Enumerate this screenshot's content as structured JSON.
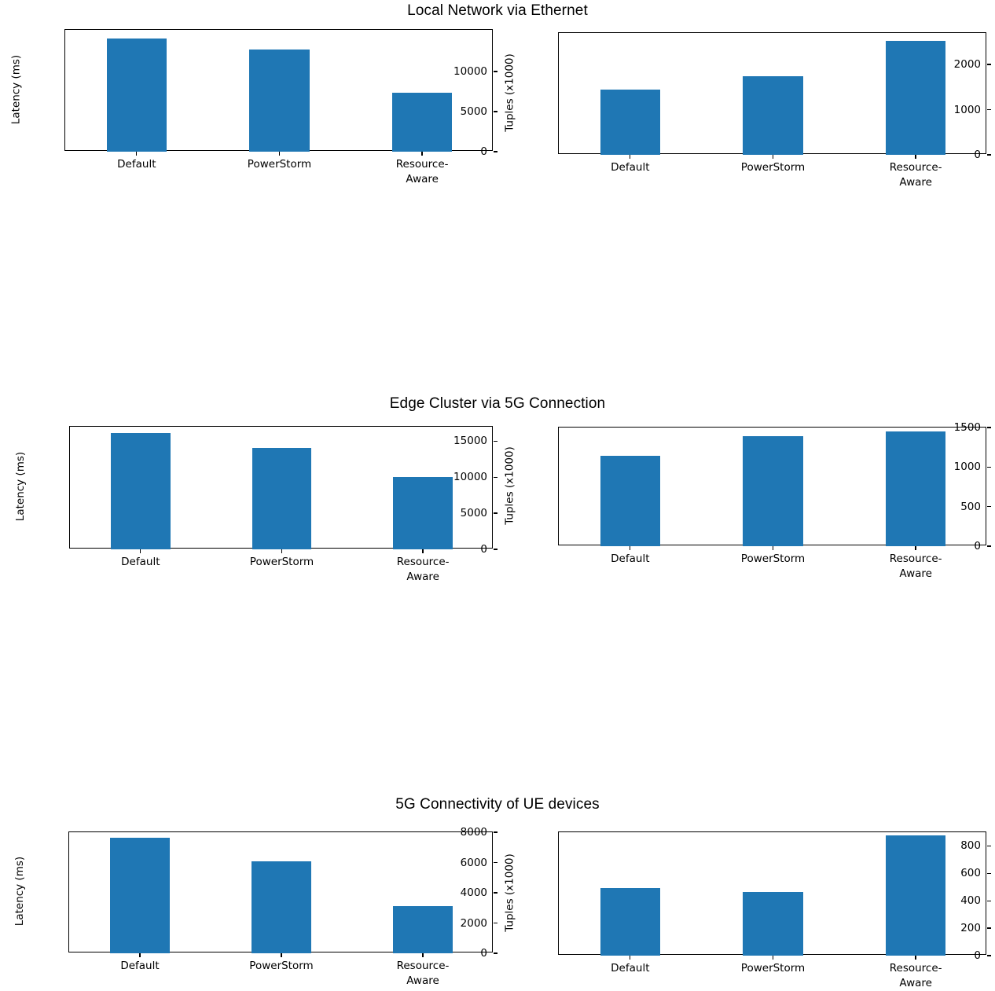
{
  "figure": {
    "background": "#ffffff",
    "bar_color": "#1f77b4",
    "axis_color": "#000000",
    "categories": [
      "Default",
      "PowerStorm",
      "Resource-\nAware"
    ]
  },
  "rows": [
    {
      "title": "Local Network via Ethernet",
      "left": {
        "ylabel": "Latency (ms)",
        "yticks": [
          "0",
          "5000",
          "10000"
        ],
        "ytick_values": [
          0,
          5000,
          10000
        ],
        "ylim": [
          0,
          15200
        ],
        "values": [
          14080,
          12730,
          7370
        ]
      },
      "right": {
        "ylabel": "Tuples (x1000)",
        "yticks": [
          "0",
          "1000",
          "2000"
        ],
        "ytick_values": [
          0,
          1000,
          2000
        ],
        "ylim": [
          0,
          2700
        ],
        "values": [
          1440,
          1740,
          2520
        ]
      }
    },
    {
      "title": "Edge Cluster via 5G Connection",
      "left": {
        "ylabel": "Latency (ms)",
        "yticks": [
          "0",
          "5000",
          "10000",
          "15000"
        ],
        "ytick_values": [
          0,
          5000,
          10000,
          15000
        ],
        "ylim": [
          0,
          17000
        ],
        "values": [
          16130,
          14080,
          10000
        ]
      },
      "right": {
        "ylabel": "Tuples (x1000)",
        "yticks": [
          "0",
          "500",
          "1000",
          "1500"
        ],
        "ytick_values": [
          0,
          500,
          1000,
          1500
        ],
        "ylim": [
          0,
          1500
        ],
        "values": [
          1140,
          1390,
          1450
        ]
      }
    },
    {
      "title": "5G Connectivity of UE devices",
      "left": {
        "ylabel": "Latency (ms)",
        "yticks": [
          "0",
          "2000",
          "4000",
          "6000",
          "8000"
        ],
        "ytick_values": [
          0,
          2000,
          4000,
          6000,
          8000
        ],
        "ylim": [
          0,
          8000
        ],
        "values": [
          7620,
          6060,
          3140
        ]
      },
      "right": {
        "ylabel": "Tuples (x1000)",
        "yticks": [
          "0",
          "200",
          "400",
          "600",
          "800"
        ],
        "ytick_values": [
          0,
          200,
          400,
          600,
          800
        ],
        "ylim": [
          0,
          900
        ],
        "values": [
          495,
          465,
          875
        ]
      }
    }
  ],
  "chart_data": [
    {
      "type": "bar",
      "title": "Local Network via Ethernet",
      "subplot": "left",
      "categories": [
        "Default",
        "PowerStorm",
        "Resource-Aware"
      ],
      "values": [
        14080,
        12730,
        7370
      ],
      "xlabel": "",
      "ylabel": "Latency (ms)",
      "ylim": [
        0,
        15200
      ],
      "yticks": [
        0,
        5000,
        10000
      ],
      "grid": false,
      "legend": "none"
    },
    {
      "type": "bar",
      "title": "Local Network via Ethernet",
      "subplot": "right",
      "categories": [
        "Default",
        "PowerStorm",
        "Resource-Aware"
      ],
      "values": [
        1440,
        1740,
        2520
      ],
      "xlabel": "",
      "ylabel": "Tuples (x1000)",
      "ylim": [
        0,
        2700
      ],
      "yticks": [
        0,
        1000,
        2000
      ],
      "grid": false,
      "legend": "none"
    },
    {
      "type": "bar",
      "title": "Edge Cluster via 5G Connection",
      "subplot": "left",
      "categories": [
        "Default",
        "PowerStorm",
        "Resource-Aware"
      ],
      "values": [
        16130,
        14080,
        10000
      ],
      "xlabel": "",
      "ylabel": "Latency (ms)",
      "ylim": [
        0,
        17000
      ],
      "yticks": [
        0,
        5000,
        10000,
        15000
      ],
      "grid": false,
      "legend": "none"
    },
    {
      "type": "bar",
      "title": "Edge Cluster via 5G Connection",
      "subplot": "right",
      "categories": [
        "Default",
        "PowerStorm",
        "Resource-Aware"
      ],
      "values": [
        1140,
        1390,
        1450
      ],
      "xlabel": "",
      "ylabel": "Tuples (x1000)",
      "ylim": [
        0,
        1500
      ],
      "yticks": [
        0,
        500,
        1000,
        1500
      ],
      "grid": false,
      "legend": "none"
    },
    {
      "type": "bar",
      "title": "5G Connectivity of UE devices",
      "subplot": "left",
      "categories": [
        "Default",
        "PowerStorm",
        "Resource-Aware"
      ],
      "values": [
        7620,
        6060,
        3140
      ],
      "xlabel": "",
      "ylabel": "Latency (ms)",
      "ylim": [
        0,
        8000
      ],
      "yticks": [
        0,
        2000,
        4000,
        6000,
        8000
      ],
      "grid": false,
      "legend": "none"
    },
    {
      "type": "bar",
      "title": "5G Connectivity of UE devices",
      "subplot": "right",
      "categories": [
        "Default",
        "PowerStorm",
        "Resource-Aware"
      ],
      "values": [
        495,
        465,
        875
      ],
      "xlabel": "",
      "ylabel": "Tuples (x1000)",
      "ylim": [
        0,
        900
      ],
      "yticks": [
        0,
        200,
        400,
        600,
        800
      ],
      "grid": false,
      "legend": "none"
    }
  ]
}
